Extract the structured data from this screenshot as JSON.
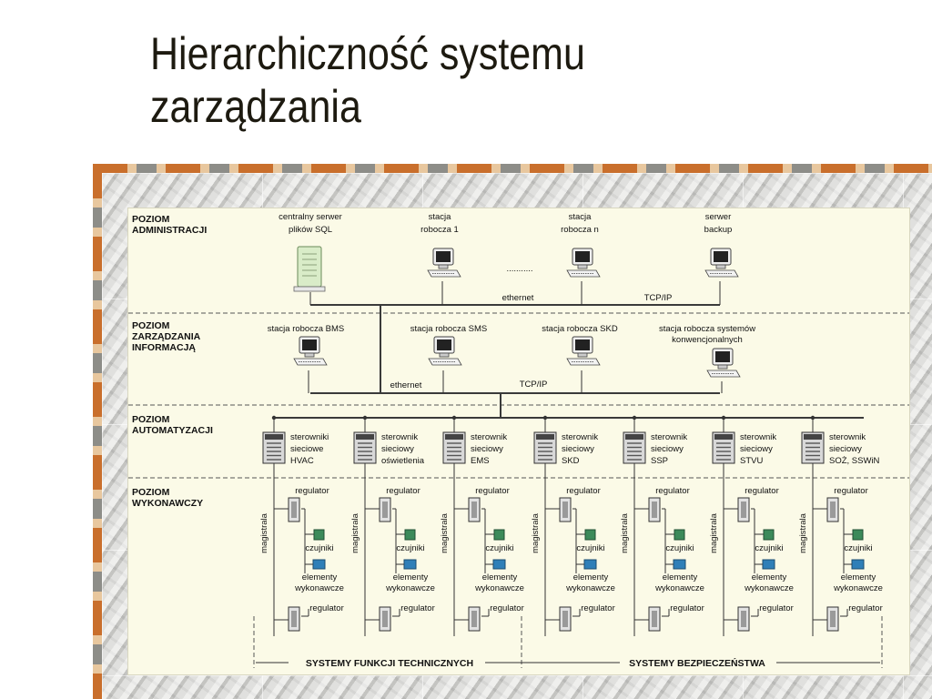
{
  "slide": {
    "title_line1": "Hierarchiczność systemu",
    "title_line2": "zarządzania"
  },
  "diagram": {
    "levels": [
      {
        "line1": "POZIOM",
        "line2": "ADMINISTRACJI",
        "line3": ""
      },
      {
        "line1": "POZIOM",
        "line2": "ZARZĄDZANIA",
        "line3": "INFORMACJĄ"
      },
      {
        "line1": "POZIOM",
        "line2": "AUTOMATYZACJI",
        "line3": ""
      },
      {
        "line1": "POZIOM",
        "line2": "WYKONAWCZY",
        "line3": ""
      }
    ],
    "admin_nodes": [
      {
        "line1": "centralny serwer",
        "line2": "plików SQL"
      },
      {
        "line1": "stacja",
        "line2": "robocza 1"
      },
      {
        "line1": "stacja",
        "line2": "robocza n"
      },
      {
        "line1": "serwer",
        "line2": "backup"
      }
    ],
    "admin_dots": "...........",
    "admin_network": {
      "ethernet": "ethernet",
      "tcpip": "TCP/IP"
    },
    "mgmt_nodes": [
      {
        "line1": "stacja robocza BMS",
        "line2": ""
      },
      {
        "line1": "stacja robocza SMS",
        "line2": ""
      },
      {
        "line1": "stacja robocza SKD",
        "line2": ""
      },
      {
        "line1": "stacja robocza systemów",
        "line2": "konwencjonalnych"
      }
    ],
    "mgmt_network": {
      "ethernet": "ethernet",
      "tcpip": "TCP/IP"
    },
    "controllers": [
      {
        "line1": "sterowniki",
        "line2": "sieciowe",
        "line3": "HVAC"
      },
      {
        "line1": "sterownik",
        "line2": "sieciowy",
        "line3": "oświetlenia"
      },
      {
        "line1": "sterownik",
        "line2": "sieciowy",
        "line3": "EMS"
      },
      {
        "line1": "sterownik",
        "line2": "sieciowy",
        "line3": "SKD"
      },
      {
        "line1": "sterownik",
        "line2": "sieciowy",
        "line3": "SSP"
      },
      {
        "line1": "sterownik",
        "line2": "sieciowy",
        "line3": "STVU"
      },
      {
        "line1": "sterownik",
        "line2": "sieciowy",
        "line3": "SOŻ, SSWiN"
      }
    ],
    "field": {
      "regulator": "regulator",
      "bus": "magistrala",
      "sensors": "czujniki",
      "actuators_line1": "elementy",
      "actuators_line2": "wykonawcze"
    },
    "footer": {
      "left": "SYSTEMY FUNKCJI TECHNICZNYCH",
      "right": "SYSTEMY BEZPIECZEŃSTWA"
    }
  },
  "colors": {
    "title": "#1d1a10",
    "panel": "#fbfae7",
    "server": "#d9ecc8",
    "screen": "#222222",
    "sensor": "#3c8a5a",
    "actuator": "#2f7fb8"
  }
}
